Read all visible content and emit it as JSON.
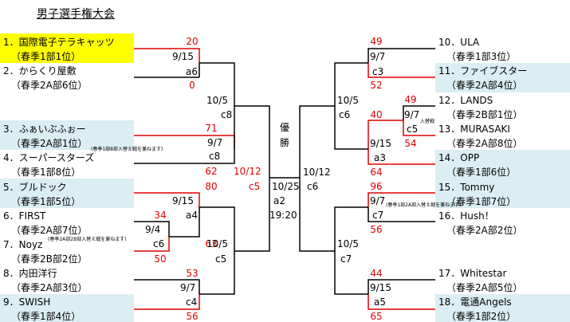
{
  "title": "男子選手権大会",
  "teams": [
    {
      "no": "1．",
      "name": "国際電子テラキャッツ",
      "rank": "（春季1部1位）"
    },
    {
      "no": "2．",
      "name": "からくり屋敷",
      "rank": "（春季2A部6位）"
    },
    {
      "no": "3．",
      "name": "ふぁいぶふぉー",
      "rank": "（春季2A部1位）"
    },
    {
      "no": "4．",
      "name": "スーパースターズ",
      "rank": "（春季1部8位）"
    },
    {
      "no": "5．",
      "name": "ブルドック",
      "rank": "（春季1部5位）"
    },
    {
      "no": "6．",
      "name": "FIRST",
      "rank": "（春季2A部7位）"
    },
    {
      "no": "7．",
      "name": "Noyz",
      "rank": "（春季2B部2位）"
    },
    {
      "no": "8．",
      "name": "内田洋行",
      "rank": "（春季2A部3位）"
    },
    {
      "no": "9．",
      "name": "SWISH",
      "rank": "（春季1部4位）"
    },
    {
      "no": "10．",
      "name": "ULA",
      "rank": "（春季1部3位）"
    },
    {
      "no": "11．",
      "name": "ファイブスター",
      "rank": "（春季2A部4位）"
    },
    {
      "no": "12．",
      "name": "LANDS",
      "rank": "（春季2B部1位）"
    },
    {
      "no": "13．",
      "name": "MURASAKI",
      "rank": "（春季2A部8位）"
    },
    {
      "no": "14．",
      "name": "OPP",
      "rank": "（春季1部6位）"
    },
    {
      "no": "15．",
      "name": "Tommy",
      "rank": "（春季1部7位）"
    },
    {
      "no": "16．",
      "name": "Hush！",
      "rank": "（春季2A部2位）"
    },
    {
      "no": "17．",
      "name": "Whitestar",
      "rank": "（春季2A部5位）"
    },
    {
      "no": "18．",
      "name": "電通Angels",
      "rank": "（春季1部2位）"
    }
  ],
  "matches": {
    "m12": {
      "date": "9/15",
      "court": "a6",
      "s_top": "20",
      "s_bot": "0"
    },
    "m34": {
      "date": "9/7",
      "court": "c8",
      "s_top": "71",
      "s_bot": "62",
      "note": "(春季1部8部入替え戦を兼ねます)"
    },
    "m67": {
      "date": "9/4",
      "court": "c6",
      "s_top": "34",
      "s_bot": "50",
      "note": "(春季2A部2B部入替え戦を兼ねます)"
    },
    "m5_67": {
      "date": "9/15",
      "court": "a4",
      "s_top": "80",
      "s_bot": "63"
    },
    "m89": {
      "date": "9/7",
      "court": "c4",
      "s_top": "53",
      "s_bot": "56"
    },
    "l_sf1": {
      "date": "10/5",
      "court": "c8"
    },
    "l_sf2": {
      "date": "10/5",
      "court": "c5"
    },
    "l_final": {
      "date": "10/12",
      "court": "c5"
    },
    "grand": {
      "label1": "優",
      "label2": "勝",
      "date": "10/25",
      "court": "a2",
      "time": "19:20"
    },
    "r_final": {
      "date": "10/12",
      "court": "c6"
    },
    "r_sf1": {
      "date": "10/5",
      "court": "c6"
    },
    "r_sf2": {
      "date": "10/5",
      "court": "c7"
    },
    "m10_11": {
      "date": "9/7",
      "court": "c3",
      "s_top": "49",
      "s_bot": "52"
    },
    "m12_13": {
      "date": "9/7",
      "court": "c5",
      "s_top": "49",
      "s_bot": "54",
      "note": "入替戦"
    },
    "m1213_14": {
      "date": "9/15",
      "court": "a3",
      "s_top": "40",
      "s_bot": "64"
    },
    "m15_16": {
      "date": "9/7",
      "court": "c7",
      "s_top": "96",
      "s_bot": "56",
      "note": "(春季1部2A部入替え戦を兼ねます)"
    },
    "m17_18": {
      "date": "9/15",
      "court": "a5",
      "s_top": "44",
      "s_bot": "65"
    }
  }
}
